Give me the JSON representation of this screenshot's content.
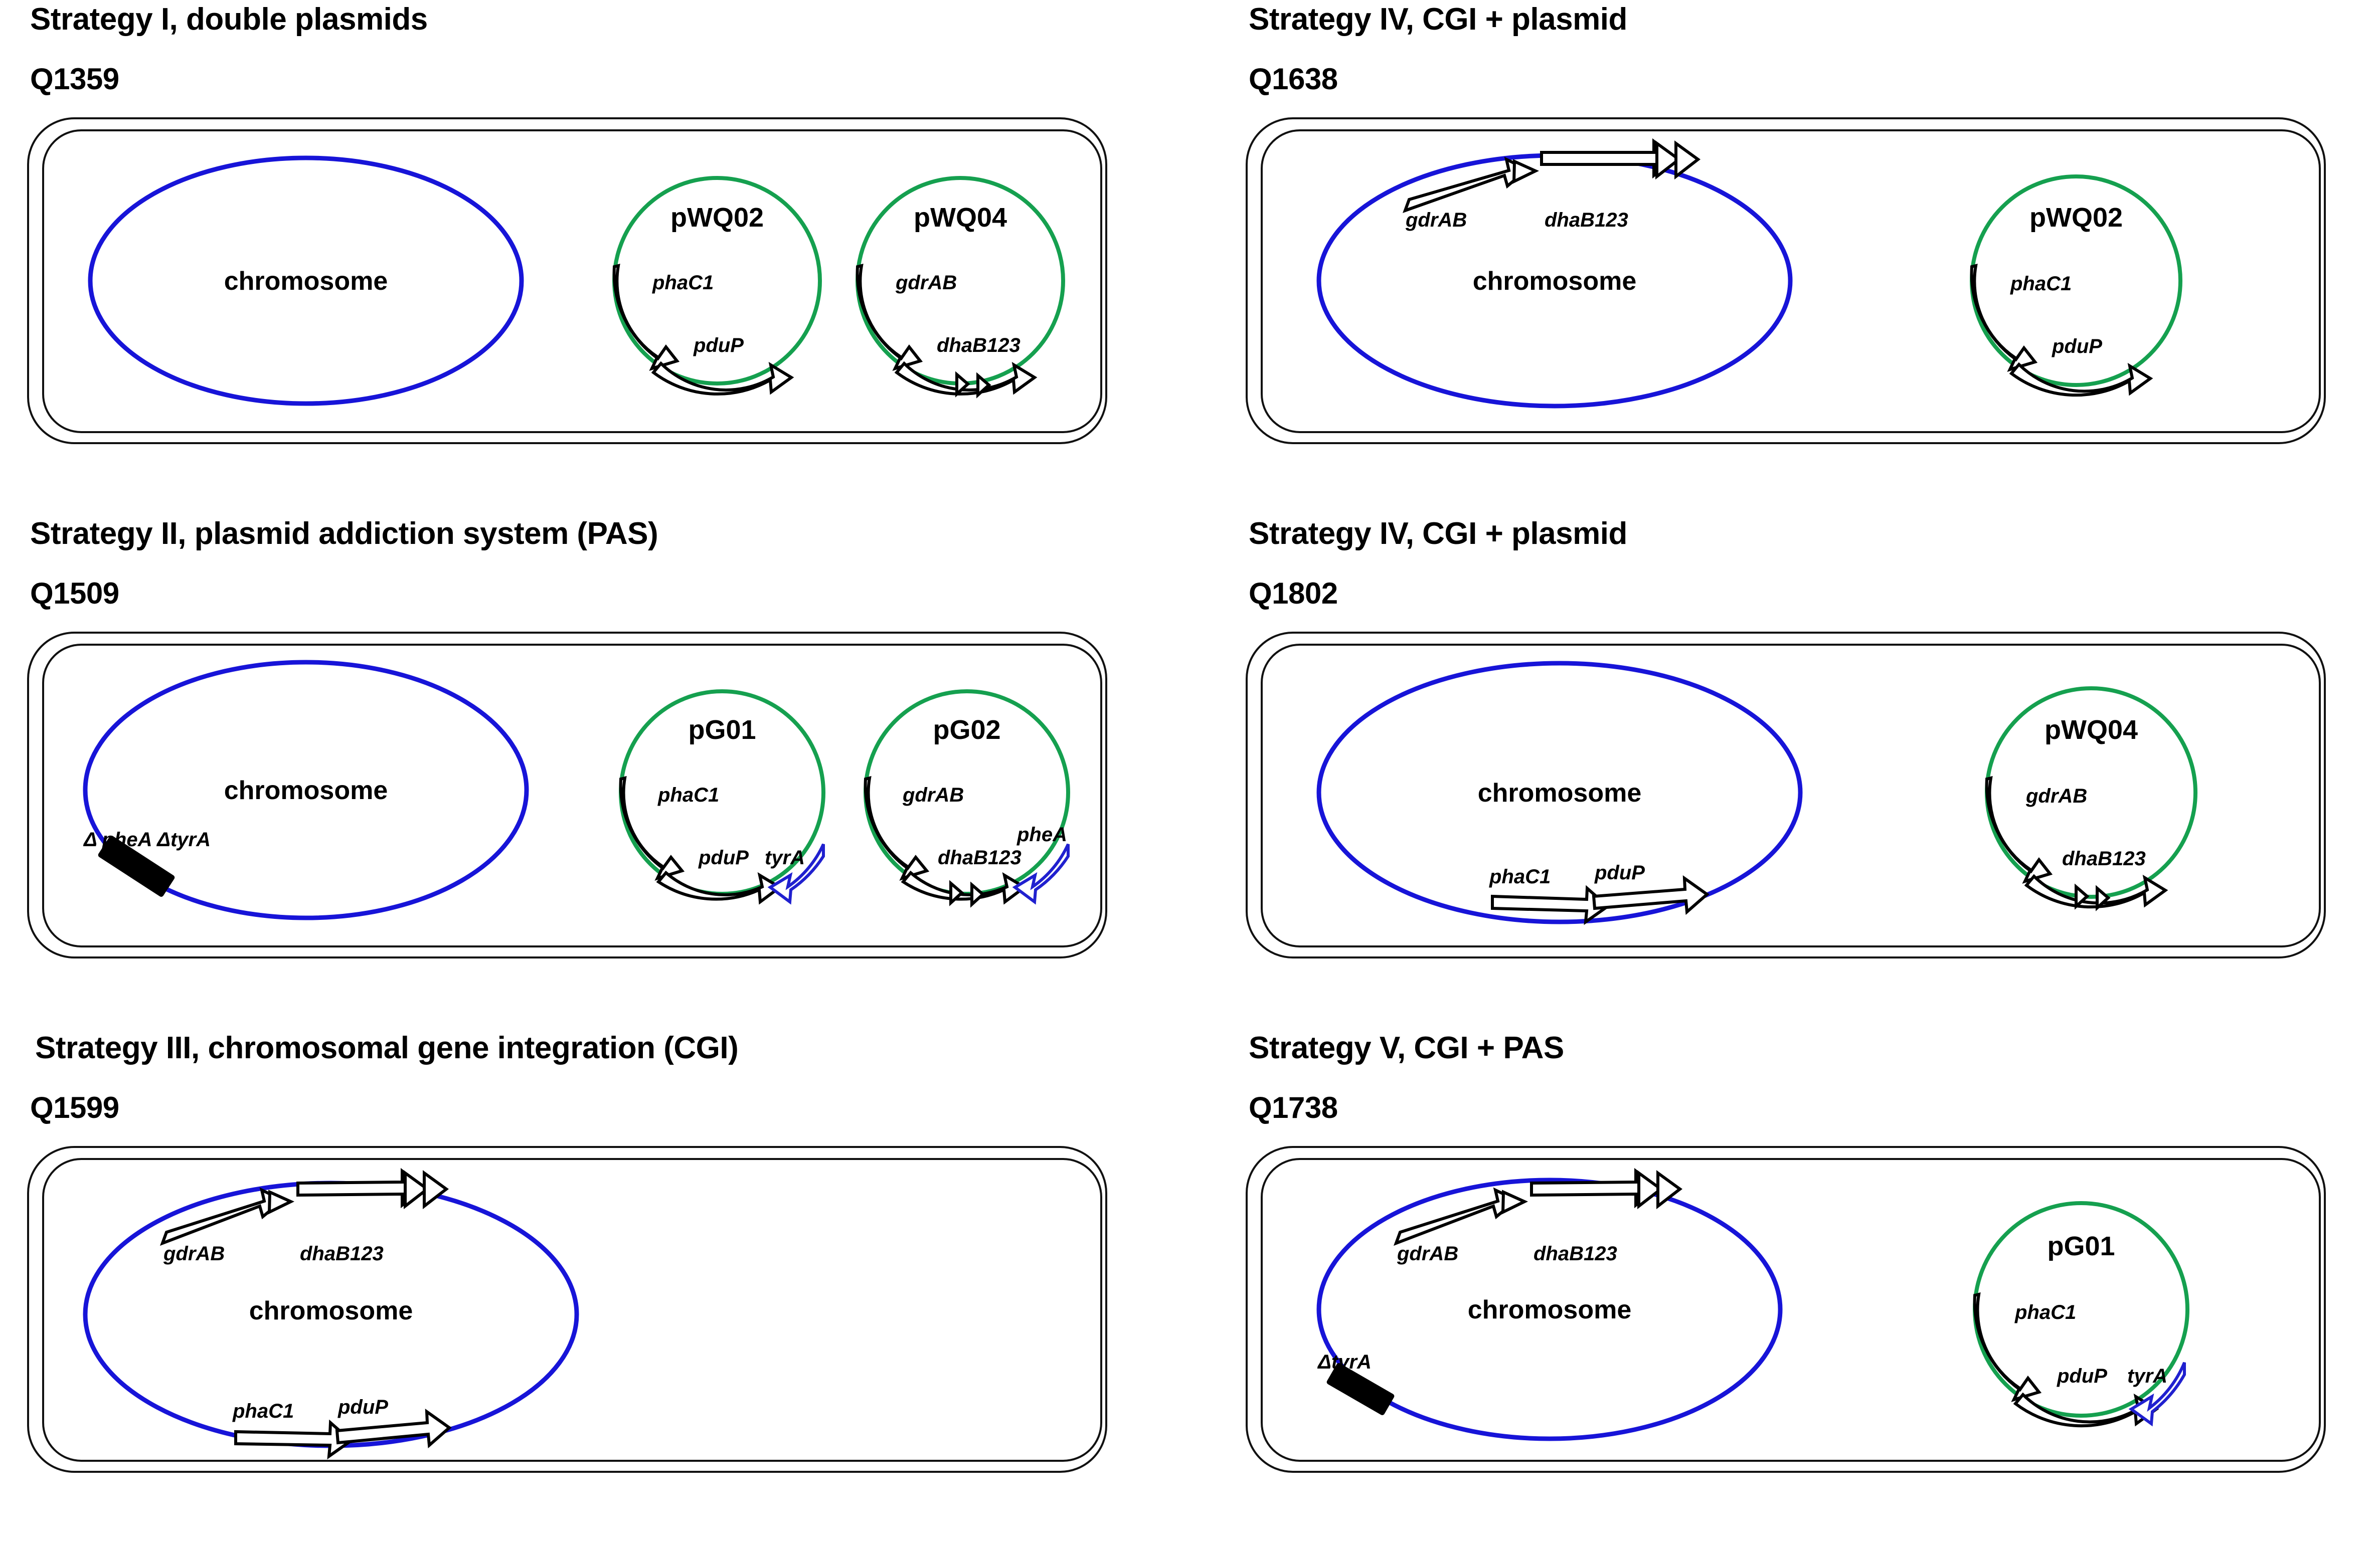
{
  "figure": {
    "kind": "biology-strain-schematic",
    "colors": {
      "chromosome": "#1714d8",
      "plasmid": "#15a04f",
      "gene_arrow_outline": "#000000",
      "complementation_gene_outline": "#2020cf",
      "deletion_marker": "#000000",
      "cell_membrane": "#111111",
      "background": "#ffffff"
    },
    "legend_semantics": {
      "blue_ellipse": "chromosome",
      "green_circle": "plasmid",
      "white_arrow": "gene / operon",
      "black_bar": "gene deletion",
      "blue_arrow": "auxotrophy complementation marker gene"
    }
  },
  "panels": [
    {
      "id": "panel-strategy-1",
      "title": "Strategy I, double plasmids",
      "strain": "Q1359",
      "chromosome": {
        "label": "chromosome",
        "genes": [],
        "deletions": []
      },
      "plasmids": [
        {
          "name": "pWQ02",
          "genes": [
            "phaC1",
            "pduP"
          ],
          "marker_genes": []
        },
        {
          "name": "pWQ04",
          "genes": [
            "gdrAB",
            "dhaB123"
          ],
          "marker_genes": []
        }
      ]
    },
    {
      "id": "panel-strategy-4-q1638",
      "title": "Strategy IV, CGI + plasmid",
      "strain": "Q1638",
      "chromosome": {
        "label": "chromosome",
        "genes": [
          "gdrAB",
          "dhaB123"
        ],
        "deletions": []
      },
      "plasmids": [
        {
          "name": "pWQ02",
          "genes": [
            "phaC1",
            "pduP"
          ],
          "marker_genes": []
        }
      ]
    },
    {
      "id": "panel-strategy-2",
      "title": "Strategy II, plasmid addiction system (PAS)",
      "strain": "Q1509",
      "chromosome": {
        "label": "chromosome",
        "genes": [],
        "deletions": [
          "Δ pheA ΔtyrA"
        ]
      },
      "plasmids": [
        {
          "name": "pG01",
          "genes": [
            "phaC1",
            "pduP"
          ],
          "marker_genes": [
            "tyrA"
          ]
        },
        {
          "name": "pG02",
          "genes": [
            "gdrAB",
            "dhaB123"
          ],
          "marker_genes": [
            "pheA"
          ]
        }
      ]
    },
    {
      "id": "panel-strategy-4-q1802",
      "title": "Strategy IV, CGI + plasmid",
      "strain": "Q1802",
      "chromosome": {
        "label": "chromosome",
        "genes": [
          "phaC1",
          "pduP"
        ],
        "deletions": []
      },
      "plasmids": [
        {
          "name": "pWQ04",
          "genes": [
            "gdrAB",
            "dhaB123"
          ],
          "marker_genes": []
        }
      ]
    },
    {
      "id": "panel-strategy-3",
      "title": "Strategy III, chromosomal gene integration (CGI)",
      "strain": "Q1599",
      "chromosome": {
        "label": "chromosome",
        "genes": [
          "gdrAB",
          "dhaB123",
          "phaC1",
          "pduP"
        ],
        "deletions": []
      },
      "plasmids": []
    },
    {
      "id": "panel-strategy-5",
      "title": "Strategy V, CGI + PAS",
      "strain": "Q1738",
      "chromosome": {
        "label": "chromosome",
        "genes": [
          "gdrAB",
          "dhaB123"
        ],
        "deletions": [
          "ΔtyrA"
        ]
      },
      "plasmids": [
        {
          "name": "pG01",
          "genes": [
            "phaC1",
            "pduP"
          ],
          "marker_genes": [
            "tyrA"
          ]
        }
      ]
    }
  ]
}
